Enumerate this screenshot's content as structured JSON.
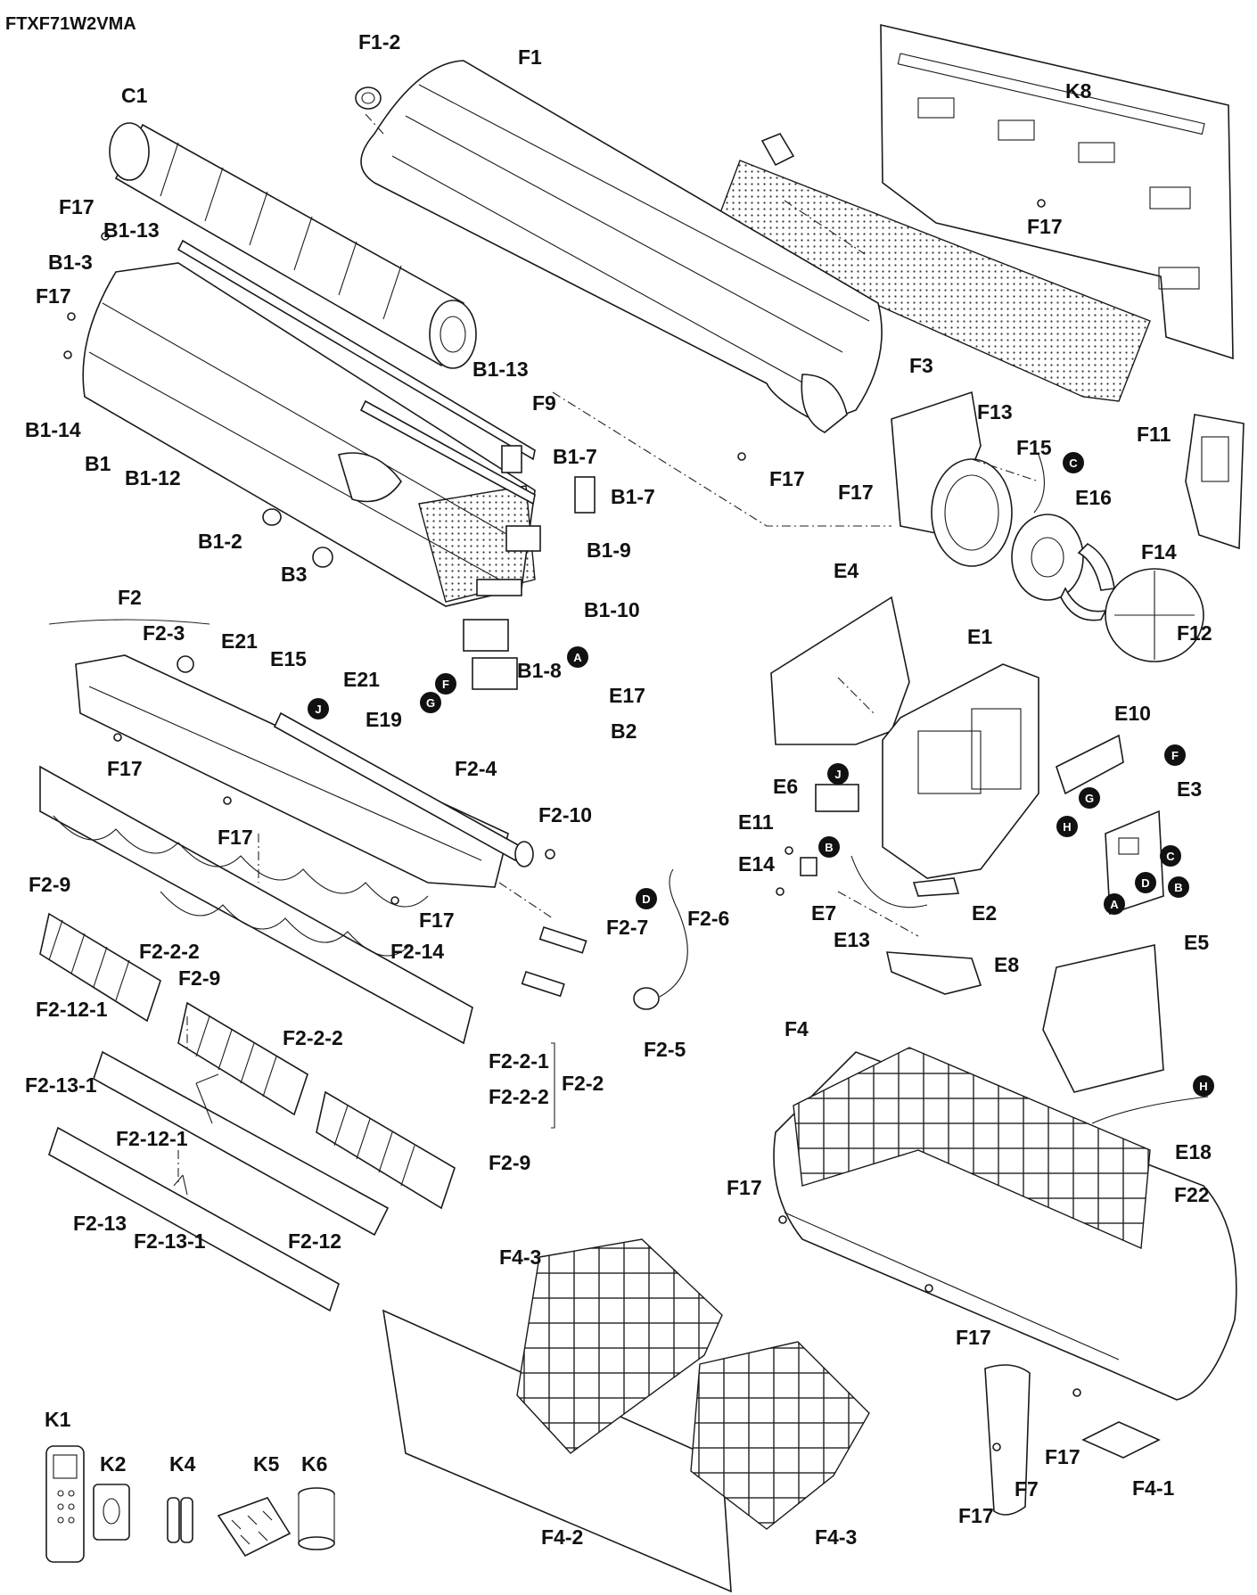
{
  "title": "FTXF71W2VMA",
  "labels": {
    "F1_2": "F1-2",
    "F1": "F1",
    "C1": "C1",
    "K8": "K8",
    "F17_a": "F17",
    "B1_13_a": "B1-13",
    "B1_3": "B1-3",
    "F17_b": "F17",
    "F17_k8": "F17",
    "B1_13_b": "B1-13",
    "F9": "F9",
    "B1_14": "B1-14",
    "B1": "B1",
    "B1_12": "B1-12",
    "B1_7_a": "B1-7",
    "B1_7_b": "B1-7",
    "F17_c": "F17",
    "F3": "F3",
    "F13": "F13",
    "F17_d": "F17",
    "F11": "F11",
    "F15": "F15",
    "E16": "E16",
    "B1_2": "B1-2",
    "B1_9": "B1-9",
    "F14": "F14",
    "B3": "B3",
    "B1_10": "B1-10",
    "F2": "F2",
    "F2_3": "F2-3",
    "E4": "E4",
    "E1": "E1",
    "F12": "F12",
    "E21_a": "E21",
    "E15": "E15",
    "E21_b": "E21",
    "B1_8": "B1-8",
    "E17": "E17",
    "E19": "E19",
    "B2": "B2",
    "F17_e": "F17",
    "F2_4": "F2-4",
    "E10": "E10",
    "E6": "E6",
    "E3": "E3",
    "F17_f": "F17",
    "F2_10": "F2-10",
    "E11": "E11",
    "E14": "E14",
    "F2_9_a": "F2-9",
    "F2_6": "F2-6",
    "F2_7": "F2-7",
    "F17_g": "F17",
    "E7": "E7",
    "E2": "E2",
    "F2_14": "F2-14",
    "E13": "E13",
    "F2_2_2_a": "F2-2-2",
    "F2_9_b": "F2-9",
    "E5": "E5",
    "E8": "E8",
    "F2_12_1_a": "F2-12-1",
    "F2_2_2_b": "F2-2-2",
    "F2_5": "F2-5",
    "F4": "F4",
    "F2_2_1": "F2-2-1",
    "F2_2_2_c": "F2-2-2",
    "F2_2": "F2-2",
    "F2_13_1_a": "F2-13-1",
    "F2_12_1_b": "F2-12-1",
    "F2_9_c": "F2-9",
    "E18": "E18",
    "F17_h": "F17",
    "F22": "F22",
    "F2_13": "F2-13",
    "F2_13_1_b": "F2-13-1",
    "F2_12": "F2-12",
    "F4_3_a": "F4-3",
    "F17_i": "F17",
    "K1": "K1",
    "K2": "K2",
    "K4": "K4",
    "K5": "K5",
    "K6": "K6",
    "F17_j": "F17",
    "F7": "F7",
    "F17_k": "F17",
    "F4_1": "F4-1",
    "F4_2": "F4-2",
    "F4_3_b": "F4-3"
  },
  "markers": {
    "C_fan": "C",
    "A_plug": "A",
    "F_wire": "F",
    "G_wire": "G",
    "J_wire": "J",
    "F_pcb": "F",
    "J_term": "J",
    "G_pcb": "G",
    "H_pcb": "H",
    "B_cable": "B",
    "C_pcb": "C",
    "D_pcb": "D",
    "B_pcb": "B",
    "A_pcb": "A",
    "D_motor": "D",
    "H_sensor": "H"
  },
  "colors": {
    "ink": "#1a1a1a",
    "paper": "#ffffff",
    "marker_fill": "#111111"
  }
}
